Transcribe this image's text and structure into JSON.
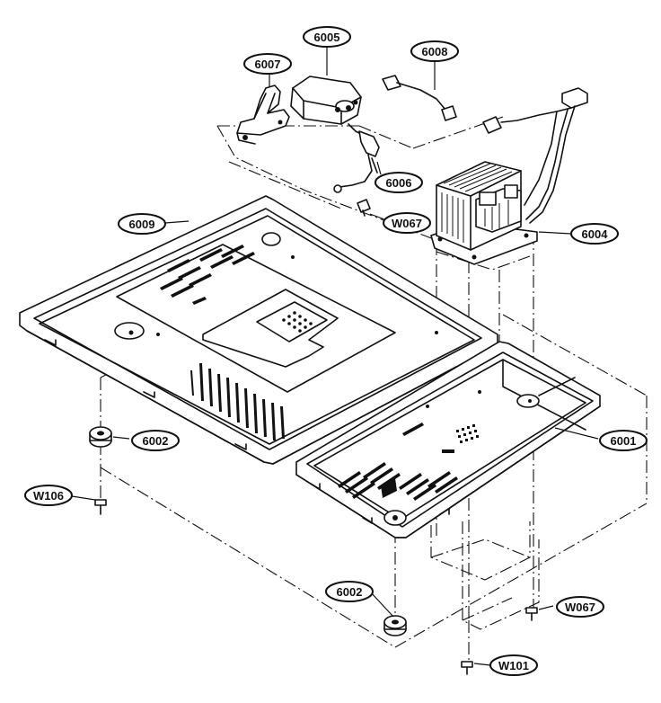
{
  "callouts": {
    "p6005": "6005",
    "p6008": "6008",
    "p6007": "6007",
    "p6006": "6006",
    "w067_top": "W067",
    "p6009": "6009",
    "p6004": "6004",
    "p6002_left": "6002",
    "p6001": "6001",
    "w106": "W106",
    "p6002_bottom": "6002",
    "w067_bottom": "W067",
    "w101": "W101"
  }
}
